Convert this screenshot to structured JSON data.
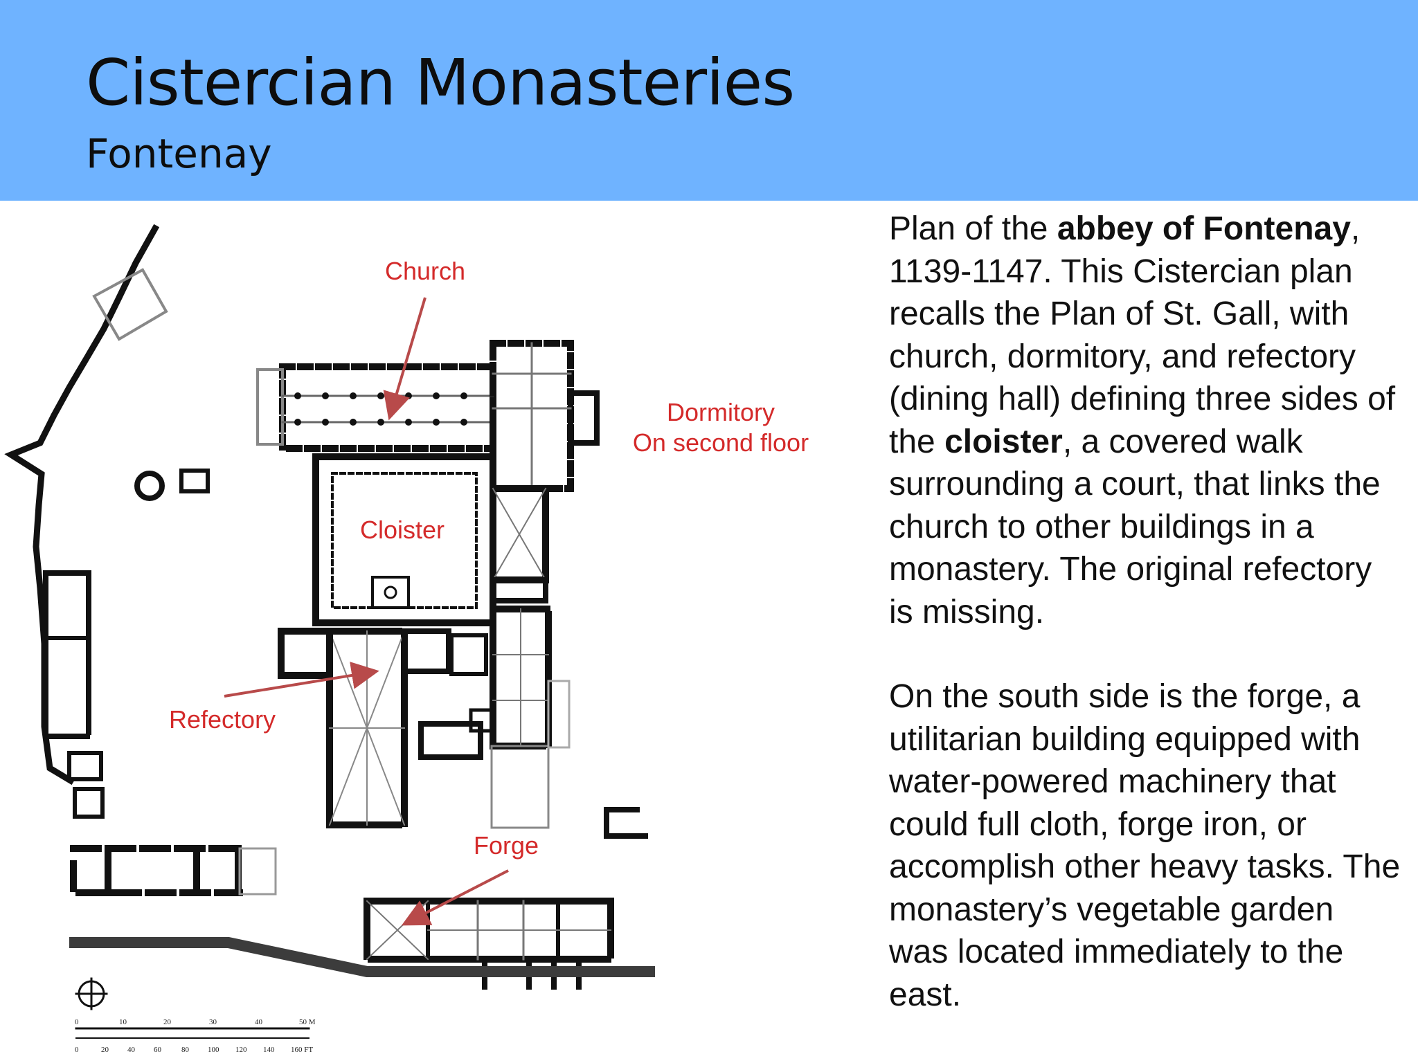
{
  "slide": {
    "title": "Cistercian Monasteries",
    "subtitle": "Fontenay",
    "header_color": "#6fb3ff"
  },
  "plan": {
    "labels": {
      "church": "Church",
      "dormitory_line1": "Dormitory",
      "dormitory_line2": "On second floor",
      "cloister": "Cloister",
      "refectory": "Refectory",
      "forge": "Forge"
    },
    "label_color": "#d42a2a",
    "arrow_color": "#b84a4a",
    "scale_bar": {
      "meters_ticks": [
        "0",
        "10",
        "20",
        "30",
        "40",
        "50 M"
      ],
      "feet_ticks": [
        "0",
        "20",
        "40",
        "60",
        "80",
        "100",
        "120",
        "140",
        "160 FT"
      ]
    }
  },
  "text": {
    "p1": {
      "s1": "Plan of the ",
      "b1": "abbey of Fontenay",
      "s2": ", 1139-1147. This Cistercian plan recalls the Plan of St. Gall, with church, dormitory, and refectory (dining hall) defining three sides of the ",
      "b2": "cloister",
      "s3": ", a covered walk surrounding a court, that links the church to other buildings in a monastery. The original refectory is missing."
    },
    "p2": "On the south side is the forge, a utilitarian building equipped with water-powered machinery that could full cloth, forge iron, or accomplish other heavy tasks. The monastery’s vegetable garden was located immediately to the east."
  }
}
